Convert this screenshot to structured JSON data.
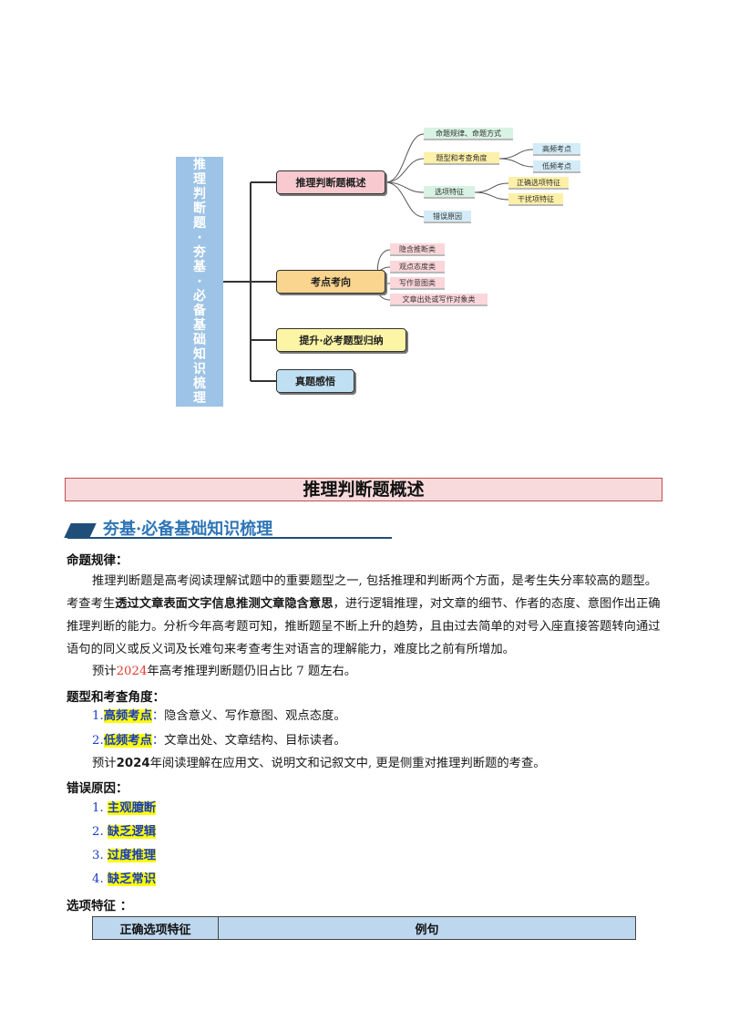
{
  "mindmap": {
    "root": "推理判断题·夯基·必备基础知识梳理",
    "branches": [
      {
        "label": "推理判断题概述"
      },
      {
        "label": "考点考向"
      },
      {
        "label": "提升·必考题型归纳"
      },
      {
        "label": "真题感悟"
      }
    ],
    "overview_leaves": [
      "命题规律、命题方式",
      "题型和考查角度",
      "选项特征",
      "错误原因"
    ],
    "angle_leaves": [
      "高频考点",
      "低频考点"
    ],
    "option_leaves": [
      "正确选项特征",
      "干扰项特征"
    ],
    "kaodian_leaves": [
      "隐含推断类",
      "观点态度类",
      "写作意图类",
      "文章出处或写作对象类"
    ]
  },
  "banner": "推理判断题概述",
  "subheading": "夯基·必备基础知识梳理",
  "sections": {
    "rule_label": "命题规律：",
    "rule_p1_a": "推理判断题是高考阅读理解试题中的重要题型之一, 包括推理和判断两个方面，是考生失分率较高的题型。考查考生",
    "rule_p1_bold": "透过文章表面文字信息推测文章隐含意思",
    "rule_p1_b": "，进行逻辑推理，对文章的细节、作者的态度、意图作出正确推理判断的能力。分析今年高考题可知，推断题呈不断上升的趋势，且由过去简单的对号入座直接答题转向通过语句的同义或反义词及长难句来考查考生对语言的理解能力，难度比之前有所增加。",
    "rule_p2_a": "预计",
    "rule_p2_year": "2024",
    "rule_p2_b": "年高考推理判断题仍旧占比 7 题左右。",
    "angle_label": "题型和考查角度：",
    "high_num": "1.",
    "high_label": "高频考点",
    "high_colon": "：",
    "high_text": "隐含意义、写作意图、观点态度。",
    "low_num": "2.",
    "low_label": "低频考点",
    "low_colon": "：",
    "low_text": "文章出处、文章结构、目标读者。",
    "angle_p_a": "预计",
    "angle_p_year": "2024",
    "angle_p_b": "年阅读理解在应用文、说明文和记叙文中, 更是侧重对推理判断题的考查。",
    "error_label": "错误原因：",
    "errors": [
      {
        "num": "1.",
        "text": "主观臆断"
      },
      {
        "num": "2.",
        "text": "缺乏逻辑"
      },
      {
        "num": "3.",
        "text": "过度推理"
      },
      {
        "num": "4.",
        "text": "缺乏常识"
      }
    ],
    "option_label": "选项特征 ："
  },
  "table": {
    "headers": [
      "正确选项特征",
      "例句"
    ]
  }
}
